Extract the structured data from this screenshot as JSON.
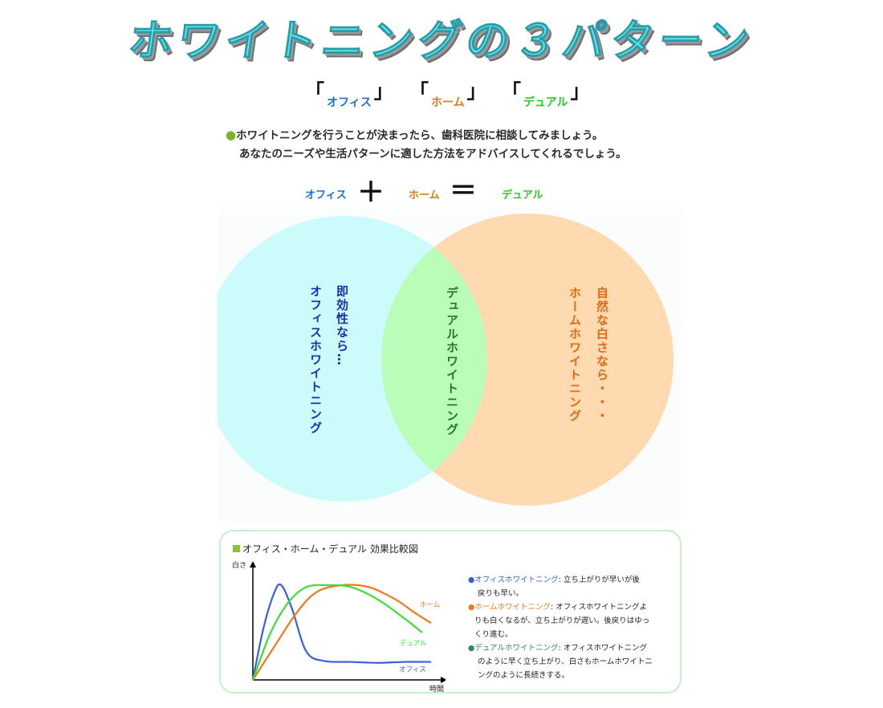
{
  "title": "ホワイトニングの３パターン",
  "brackets": {
    "open": "「",
    "close": "」",
    "office": "オフィス",
    "home": "ホーム",
    "dual": "デュアル"
  },
  "intro": {
    "bullet": "●",
    "line1": "ホワイトニングを行うことが決まったら、歯科医院に相談してみましょう。",
    "line2": "あなたのニーズや生活パターンに適した方法をアドバイスしてくれるでしょう。"
  },
  "equation": {
    "office": "オフィス",
    "plus": "＋",
    "home": "ホーム",
    "equals": "＝",
    "dual": "デュアル"
  },
  "venn": {
    "left_text_1": "即効性なら…",
    "left_text_2": "オフィスホワイトニング",
    "center_text": "デュアルホワイトニング",
    "right_text_1": "自然な白さなら・・・",
    "right_text_2": "ホームホワイトニング",
    "colors": {
      "left": "#ccfbfb",
      "right": "#ffd9b0",
      "center": "#b9fdb9"
    }
  },
  "chart": {
    "title_bullet": "■",
    "title": "オフィス・ホーム・デュアル 効果比較図",
    "ylabel": "白さ",
    "xlabel": "時間",
    "legend": {
      "office_name": "オフィスホワイトニング",
      "office_desc_1": ": 立ち上がりが早いが後",
      "office_desc_2": "戻りも早い。",
      "home_name": "ホームホワイトニング",
      "home_desc_1": ": オフィスホワイトニングよ",
      "home_desc_2": "りも白くなるが、立ち上がりが遅い。後戻りはゆっ",
      "home_desc_3": "くり進む。",
      "dual_name": "デュアルホワイトニング",
      "dual_desc_1": ": オフィスホワイトニング",
      "dual_desc_2": "のように早く立ち上がり、白さもホームホワイトニ",
      "dual_desc_3": "ングのように長続きする。",
      "bullet": "●"
    }
  },
  "chart_data": {
    "type": "line",
    "xlabel": "時間",
    "ylabel": "白さ",
    "series": [
      {
        "name": "オフィス",
        "color": "#3a5fd8",
        "x": [
          0,
          0.06,
          0.12,
          0.16,
          0.22,
          0.3,
          0.4,
          0.55,
          0.7,
          0.85,
          1.0
        ],
        "y": [
          0,
          0.55,
          0.92,
          1.0,
          0.75,
          0.3,
          0.2,
          0.19,
          0.18,
          0.19,
          0.19
        ]
      },
      {
        "name": "ホーム",
        "color": "#ef7a1a",
        "x": [
          0,
          0.12,
          0.25,
          0.36,
          0.5,
          0.65,
          0.8,
          0.9,
          1.0
        ],
        "y": [
          0,
          0.35,
          0.72,
          0.93,
          1.0,
          0.98,
          0.85,
          0.72,
          0.6
        ]
      },
      {
        "name": "デュアル",
        "color": "#38e038",
        "x": [
          0,
          0.1,
          0.2,
          0.3,
          0.42,
          0.55,
          0.7,
          0.85,
          0.95
        ],
        "y": [
          0,
          0.5,
          0.82,
          0.98,
          1.0,
          0.98,
          0.85,
          0.65,
          0.5
        ]
      }
    ]
  }
}
